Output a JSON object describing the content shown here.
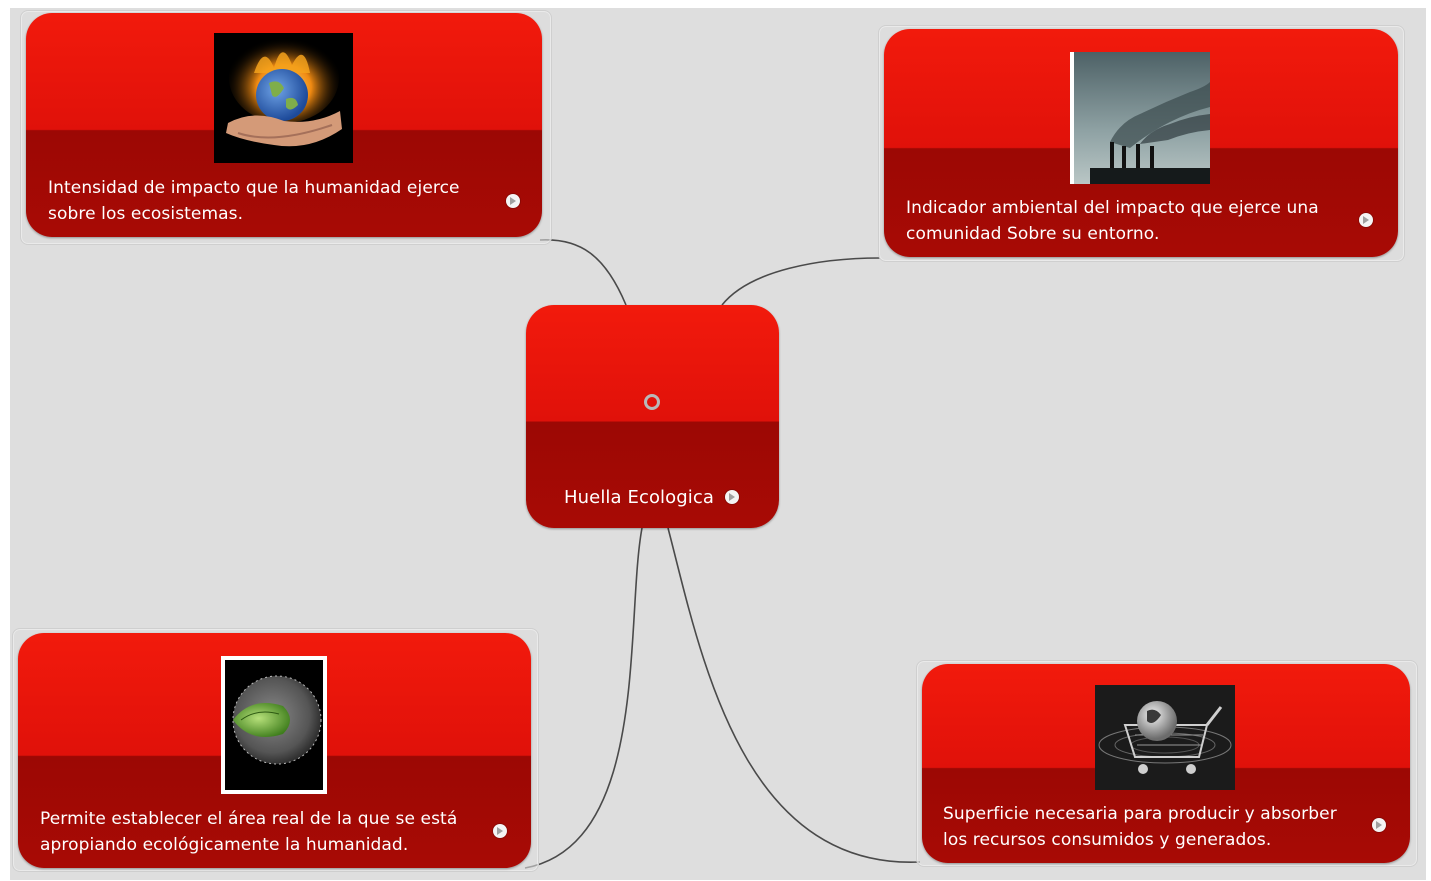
{
  "mindmap": {
    "central": {
      "label": "Huella Ecologica"
    },
    "nodes": [
      {
        "id": "top-left",
        "label_line1": "Intensidad de impacto que la  humanidad ejerce",
        "label_line2": "sobre los ecosistemas.",
        "image": "earth-on-fire-hand"
      },
      {
        "id": "top-right",
        "label_line1": "Indicador ambiental del impacto que ejerce una",
        "label_line2": "comunidad Sobre su entorno.",
        "image": "factory-smokestacks"
      },
      {
        "id": "bottom-left",
        "label_line1": "Permite establecer el área real de la que se está",
        "label_line2": "apropiando ecológicamente la humanidad.",
        "image": "green-earth-in-sphere"
      },
      {
        "id": "bottom-right",
        "label_line1": "Superficie necesaria para producir y absorber",
        "label_line2": "los recursos consumidos y generados.",
        "image": "earth-in-shopping-cart"
      }
    ]
  },
  "colors": {
    "node_red": "#e0110a",
    "node_dark_red": "#9c0804",
    "background": "#dedede",
    "connector": "#4a4a4a"
  }
}
